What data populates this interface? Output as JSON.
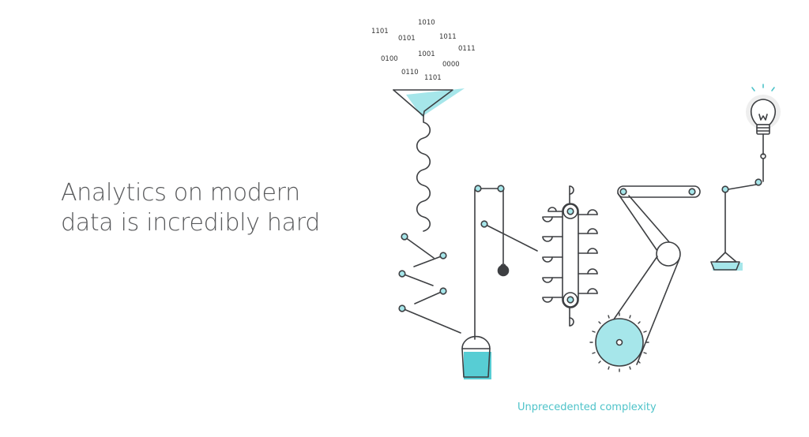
{
  "headline": {
    "line1": "Analytics on modern",
    "line2": "data is incredibly hard"
  },
  "caption": "Unprecedented complexity",
  "binary": [
    "1010",
    "1101",
    "0101",
    "1011",
    "0111",
    "0100",
    "1001",
    "0000",
    "0110",
    "1101"
  ],
  "colors": {
    "text": "#58595b",
    "accent": "#4ec3c9",
    "accent_fill": "#a6e6ea",
    "line": "#3d3f42"
  },
  "icons": [
    "funnel-icon",
    "spring-icon",
    "bucket-icon",
    "weight-icon",
    "conveyor-icon",
    "gear-icon",
    "lightbulb-icon"
  ]
}
